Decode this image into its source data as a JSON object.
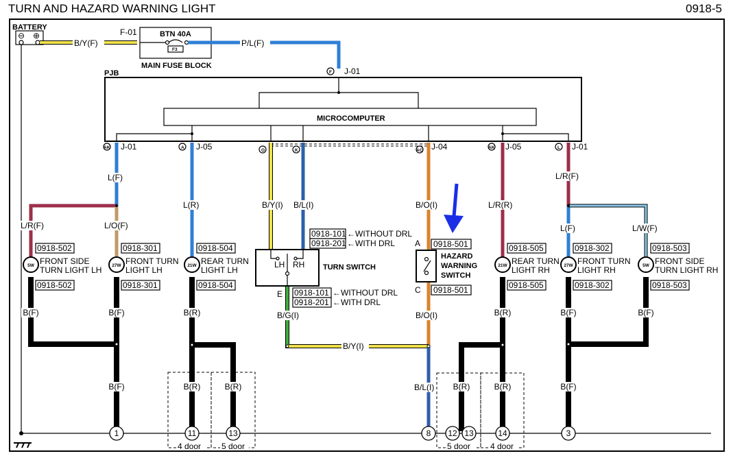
{
  "header": {
    "title": "TURN AND HAZARD WARNING LIGHT",
    "page_code": "0918-5"
  },
  "battery": {
    "label": "BATTERY",
    "neg": "⊖",
    "pos": "⊕"
  },
  "fuse_block": {
    "connector": "F-01",
    "fuse_name": "BTN 40A",
    "fuse_id": "F3",
    "label": "MAIN FUSE BLOCK",
    "wire_in": "B/Y(F)",
    "wire_out": "P/L(F)"
  },
  "pjb": {
    "label": "PJB",
    "microcomputer": "MICROCOMPUTER",
    "input_terminal": {
      "pin": "F",
      "connector": "J-01"
    },
    "terminals": [
      {
        "pin": "AK",
        "connector": "J-01"
      },
      {
        "pin": "A",
        "connector": "J-05"
      },
      {
        "pin": "O",
        "connector": ""
      },
      {
        "pin": "K",
        "connector": ""
      },
      {
        "pin": "AC",
        "connector": "J-04"
      },
      {
        "pin": "AK",
        "connector": "J-05"
      },
      {
        "pin": "L",
        "connector": "J-01"
      }
    ]
  },
  "wires": {
    "w1_top": "L(F)",
    "w1_left": "L/R(F)",
    "w1_right": "L/O(F)",
    "w2": "L(R)",
    "w3": "B/Y(I)",
    "w4": "B/L(I)",
    "w5": "B/O(I)",
    "w6": "L/R(R)",
    "w7_top": "L/R(F)",
    "w7_mid": "L(F)",
    "w7_branch": "L/W(F)",
    "turn_out": "B/G(I)",
    "cross": "B/Y(I)",
    "hazard_out": "B/O(I)",
    "to_ground_8": "B/L(I)",
    "ground_F": "B(F)",
    "ground_R": "B(R)"
  },
  "lamps": [
    {
      "watt": "5W",
      "name_l1": "FRONT SIDE",
      "name_l2": "TURN LIGHT LH",
      "conn_top": "0918-502",
      "conn_bot": "0918-502"
    },
    {
      "watt": "27W",
      "name_l1": "FRONT TURN",
      "name_l2": "LIGHT LH",
      "conn_top": "0918-301",
      "conn_bot": "0918-301"
    },
    {
      "watt": "21W",
      "name_l1": "REAR TURN",
      "name_l2": "LIGHT LH",
      "conn_top": "0918-504",
      "conn_bot": "0918-504"
    },
    {
      "watt": "21W",
      "name_l1": "REAR TURN",
      "name_l2": "LIGHT RH",
      "conn_top": "0918-505",
      "conn_bot": "0918-505"
    },
    {
      "watt": "27W",
      "name_l1": "FRONT TURN",
      "name_l2": "LIGHT RH",
      "conn_top": "0918-302",
      "conn_bot": "0918-302"
    },
    {
      "watt": "5W",
      "name_l1": "FRONT SIDE",
      "name_l2": "TURN LIGHT RH",
      "conn_top": "0918-503",
      "conn_bot": "0918-503"
    }
  ],
  "turn_switch": {
    "label": "TURN SWITCH",
    "lh": "LH",
    "rh": "RH",
    "pin_e": "E",
    "conn_top_a": "0918-101",
    "conn_top_a_note": "←WITHOUT DRL",
    "conn_top_b": "0918-201",
    "conn_top_b_note": "←WITH DRL",
    "conn_bot_a": "0918-101",
    "conn_bot_a_note": "←WITHOUT DRL",
    "conn_bot_b": "0918-201",
    "conn_bot_b_note": "←WITH DRL"
  },
  "hazard_switch": {
    "label_l1": "HAZARD",
    "label_l2": "WARNING",
    "label_l3": "SWITCH",
    "pin_a": "A",
    "pin_c": "C",
    "conn_top": "0918-501",
    "conn_bot": "0918-501"
  },
  "grounds": [
    {
      "id": "1"
    },
    {
      "id": "11"
    },
    {
      "id": "13"
    },
    {
      "id": "8"
    },
    {
      "id": "12"
    },
    {
      "id": "13"
    },
    {
      "id": "14"
    },
    {
      "id": "3"
    }
  ],
  "door_notes": {
    "left_a": "4 door",
    "left_b": "5 door",
    "right_a": "5 door",
    "right_b": "4 door"
  },
  "colors": {
    "yellow": "#f2e24a",
    "blue": "#2f7fd6",
    "dark_blue": "#2f5faa",
    "maroon": "#9c2f4a",
    "tan": "#c09a6a",
    "orange": "#d9832e",
    "green": "#3fae3a",
    "light_blue": "#8ac6e6",
    "arrow": "#1a2fe6"
  }
}
